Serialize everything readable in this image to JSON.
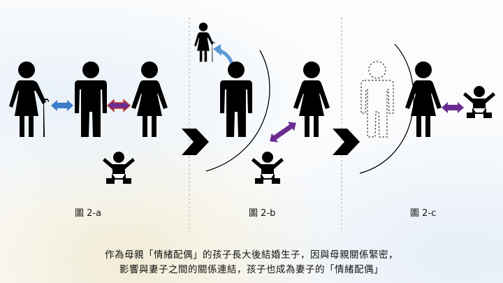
{
  "captions": {
    "a": "圖 2-a",
    "b": "圖 2-b",
    "c": "圖 2-c"
  },
  "description": {
    "line1": "作為母親「情緒配偶」的孩子長大後結婚生子，因與母親關係緊密，",
    "line2": "影響與妻子之間的關係連結，孩子也成為妻子的「情緒配偶」"
  },
  "colors": {
    "figure": "#000000",
    "blue_arrow": "#3d7cc9",
    "purple_arrow": "#6a2c91",
    "red_outline": "#c0392b",
    "curved_arrow": "#5b9bd5",
    "separator": "#b0b0b0"
  },
  "icons": [
    "grandmother-cane-icon",
    "man-icon",
    "woman-icon",
    "baby-icon",
    "dashed-man-icon",
    "chevron-arrow-icon"
  ]
}
